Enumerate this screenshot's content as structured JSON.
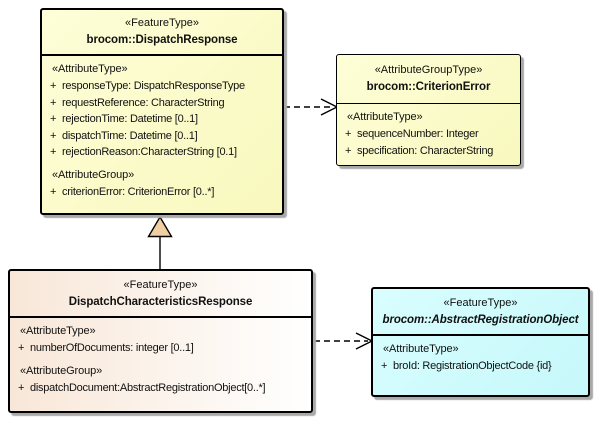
{
  "colors": {
    "background": "#ffffff",
    "yellow_fill": "#f8f8be",
    "yellow_fill_light": "#fefed8",
    "peach_fill": "#f8e7d8",
    "cyan_fill": "#c6f8fa",
    "border": "#000000",
    "shadow": "#a9a9a9",
    "triangle_fill": "#f0cfa2",
    "connector_line": "#000000"
  },
  "classes": [
    {
      "stereotype": "«FeatureType»",
      "name": "brocom::DispatchResponse",
      "compartments": [
        {
          "stereotype": "«AttributeType»",
          "attributes": [
            {
              "vis": "+",
              "text": "responseType: DispatchResponseType"
            },
            {
              "vis": "+",
              "text": "requestReference: CharacterString"
            },
            {
              "vis": "+",
              "text": "rejectionTime: Datetime [0..1]"
            },
            {
              "vis": "+",
              "text": "dispatchTime: Datetime [0..1]"
            },
            {
              "vis": "+",
              "text": "rejectionReason:CharacterString [0.1]"
            }
          ]
        },
        {
          "stereotype": "«AttributeGroup»",
          "attributes": [
            {
              "vis": "+",
              "text": "criterionError: CriterionError [0..*]"
            }
          ]
        }
      ]
    },
    {
      "stereotype": "«AttributeGroupType»",
      "name": "brocom::CriterionError",
      "compartments": [
        {
          "stereotype": "«AttributeType»",
          "attributes": [
            {
              "vis": "+",
              "text": "sequenceNumber: Integer"
            },
            {
              "vis": "+",
              "text": "specification: CharacterString"
            }
          ]
        }
      ]
    },
    {
      "stereotype": "«FeatureType»",
      "name": "DispatchCharacteristicsResponse",
      "compartments": [
        {
          "stereotype": "«AttributeType»",
          "attributes": [
            {
              "vis": "+",
              "text": "numberOfDocuments: integer [0..1]"
            }
          ]
        },
        {
          "stereotype": "«AttributeGroup»",
          "attributes": [
            {
              "vis": "+",
              "text": "dispatchDocument:AbstractRegistrationObject[0..*]"
            }
          ]
        }
      ]
    },
    {
      "stereotype": "«FeatureType»",
      "name": "brocom::AbstractRegistrationObject",
      "compartments": [
        {
          "stereotype": "«AttributeType»",
          "attributes": [
            {
              "vis": "+",
              "text": "broId: RegistrationObjectCode {id}"
            }
          ]
        }
      ]
    }
  ],
  "relationships": [
    {
      "type": "dependency",
      "from": "brocom::DispatchResponse",
      "to": "brocom::CriterionError",
      "line": "dashed",
      "arrowhead": "open"
    },
    {
      "type": "generalization",
      "from": "DispatchCharacteristicsResponse",
      "to": "brocom::DispatchResponse",
      "line": "solid",
      "arrowhead": "triangle"
    },
    {
      "type": "dependency",
      "from": "DispatchCharacteristicsResponse",
      "to": "brocom::AbstractRegistrationObject",
      "line": "dashed",
      "arrowhead": "open"
    }
  ]
}
